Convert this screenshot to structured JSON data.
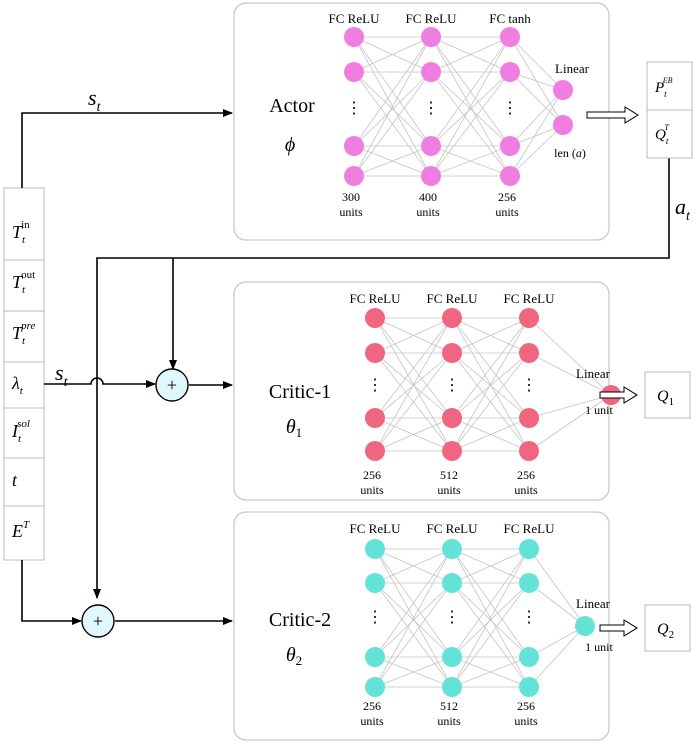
{
  "state_vector": {
    "rows": [
      {
        "base": "T",
        "sub": "t",
        "sup": "in"
      },
      {
        "base": "T",
        "sub": "t",
        "sup": "out"
      },
      {
        "base": "T",
        "sub": "t",
        "sup": "pre"
      },
      {
        "base": "λ",
        "sub": "t",
        "sup": ""
      },
      {
        "base": "I",
        "sub": "t",
        "sup": "sol"
      },
      {
        "base": "t",
        "sub": "",
        "sup": ""
      },
      {
        "base": "E",
        "sub": "",
        "sup": "T"
      }
    ]
  },
  "signals": {
    "state_top": {
      "base": "s",
      "sub": "t"
    },
    "state_mid": {
      "base": "s",
      "sub": "t"
    },
    "action": {
      "base": "a",
      "sub": "t"
    },
    "sum_symbol": "+"
  },
  "actor": {
    "title": "Actor",
    "param": "ϕ",
    "layers": [
      {
        "type": "FC ReLU",
        "units": "300",
        "units_word": "units"
      },
      {
        "type": "FC ReLU",
        "units": "400",
        "units_word": "units"
      },
      {
        "type": "FC tanh",
        "units": "256",
        "units_word": "units"
      }
    ],
    "output_label": "Linear",
    "output_note": "len (",
    "output_note_var": "a",
    "output_note_end": ")",
    "outputs": [
      {
        "base": "P",
        "sub": "t",
        "sup": "EB"
      },
      {
        "base": "Q",
        "sub": "t",
        "sup": "T"
      }
    ],
    "color": "#f07ee0"
  },
  "critic1": {
    "title": "Critic-1",
    "param": "θ",
    "param_sub": "1",
    "layers": [
      {
        "type": "FC ReLU",
        "units": "256",
        "units_word": "units"
      },
      {
        "type": "FC ReLU",
        "units": "512",
        "units_word": "units"
      },
      {
        "type": "FC ReLU",
        "units": "256",
        "units_word": "units"
      }
    ],
    "output_label": "Linear",
    "output_units": "1 unit",
    "output": {
      "base": "Q",
      "sub": "1"
    },
    "color": "#f0657f"
  },
  "critic2": {
    "title": "Critic-2",
    "param": "θ",
    "param_sub": "2",
    "layers": [
      {
        "type": "FC ReLU",
        "units": "256",
        "units_word": "units"
      },
      {
        "type": "FC ReLU",
        "units": "512",
        "units_word": "units"
      },
      {
        "type": "FC ReLU",
        "units": "256",
        "units_word": "units"
      }
    ],
    "output_label": "Linear",
    "output_units": "1 unit",
    "output": {
      "base": "Q",
      "sub": "2"
    },
    "color": "#63e3d8"
  },
  "ellipsis": "⋮",
  "colors": {
    "panel_border": "#c8c8c8",
    "edge": "#c4c4c4",
    "sum_fill": "#dff8fb",
    "arrow": "#000000"
  }
}
